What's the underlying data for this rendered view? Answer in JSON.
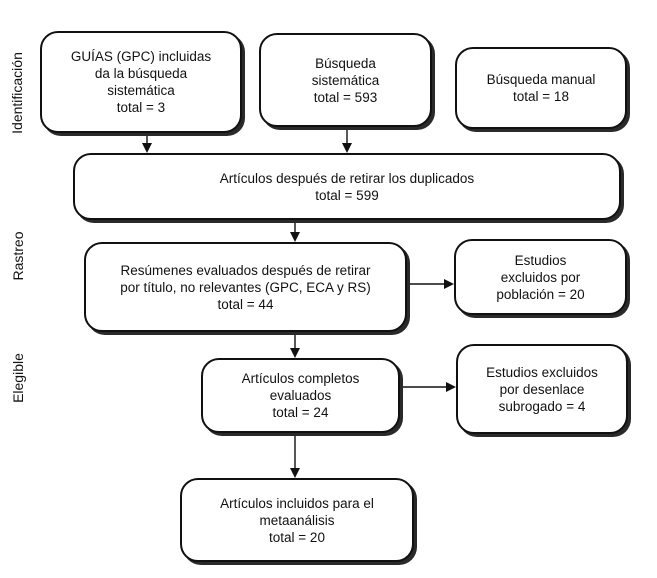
{
  "side_labels": {
    "identificacion": "Identificación",
    "rastreo": "Rastreo",
    "elegible": "Elegible"
  },
  "boxes": {
    "guias": {
      "lines": [
        "GUÍAS (GPC) incluidas",
        "da la búsqueda",
        "sistemática",
        "total = 3"
      ]
    },
    "busqueda_sistematica": {
      "lines": [
        "Búsqueda",
        "sistemática",
        "total = 593"
      ]
    },
    "busqueda_manual": {
      "lines": [
        "Búsqueda manual",
        "total = 18"
      ]
    },
    "duplicados": {
      "lines": [
        "Artículos después de retirar los duplicados",
        "total = 599"
      ]
    },
    "resumenes": {
      "lines": [
        "Resúmenes evaluados después de retirar",
        "por título, no relevantes (GPC, ECA y RS)",
        "total = 44"
      ]
    },
    "excluidos_poblacion": {
      "lines": [
        "Estudios",
        "excluidos por",
        "población = 20"
      ]
    },
    "completos": {
      "lines": [
        "Artículos completos",
        "evaluados",
        "total = 24"
      ]
    },
    "excluidos_desenlace": {
      "lines": [
        "Estudios excluidos",
        "por desenlace",
        "subrogado = 4"
      ]
    },
    "incluidos": {
      "lines": [
        "Artículos incluidos para el",
        "metaanálisis",
        "total = 20"
      ]
    }
  }
}
